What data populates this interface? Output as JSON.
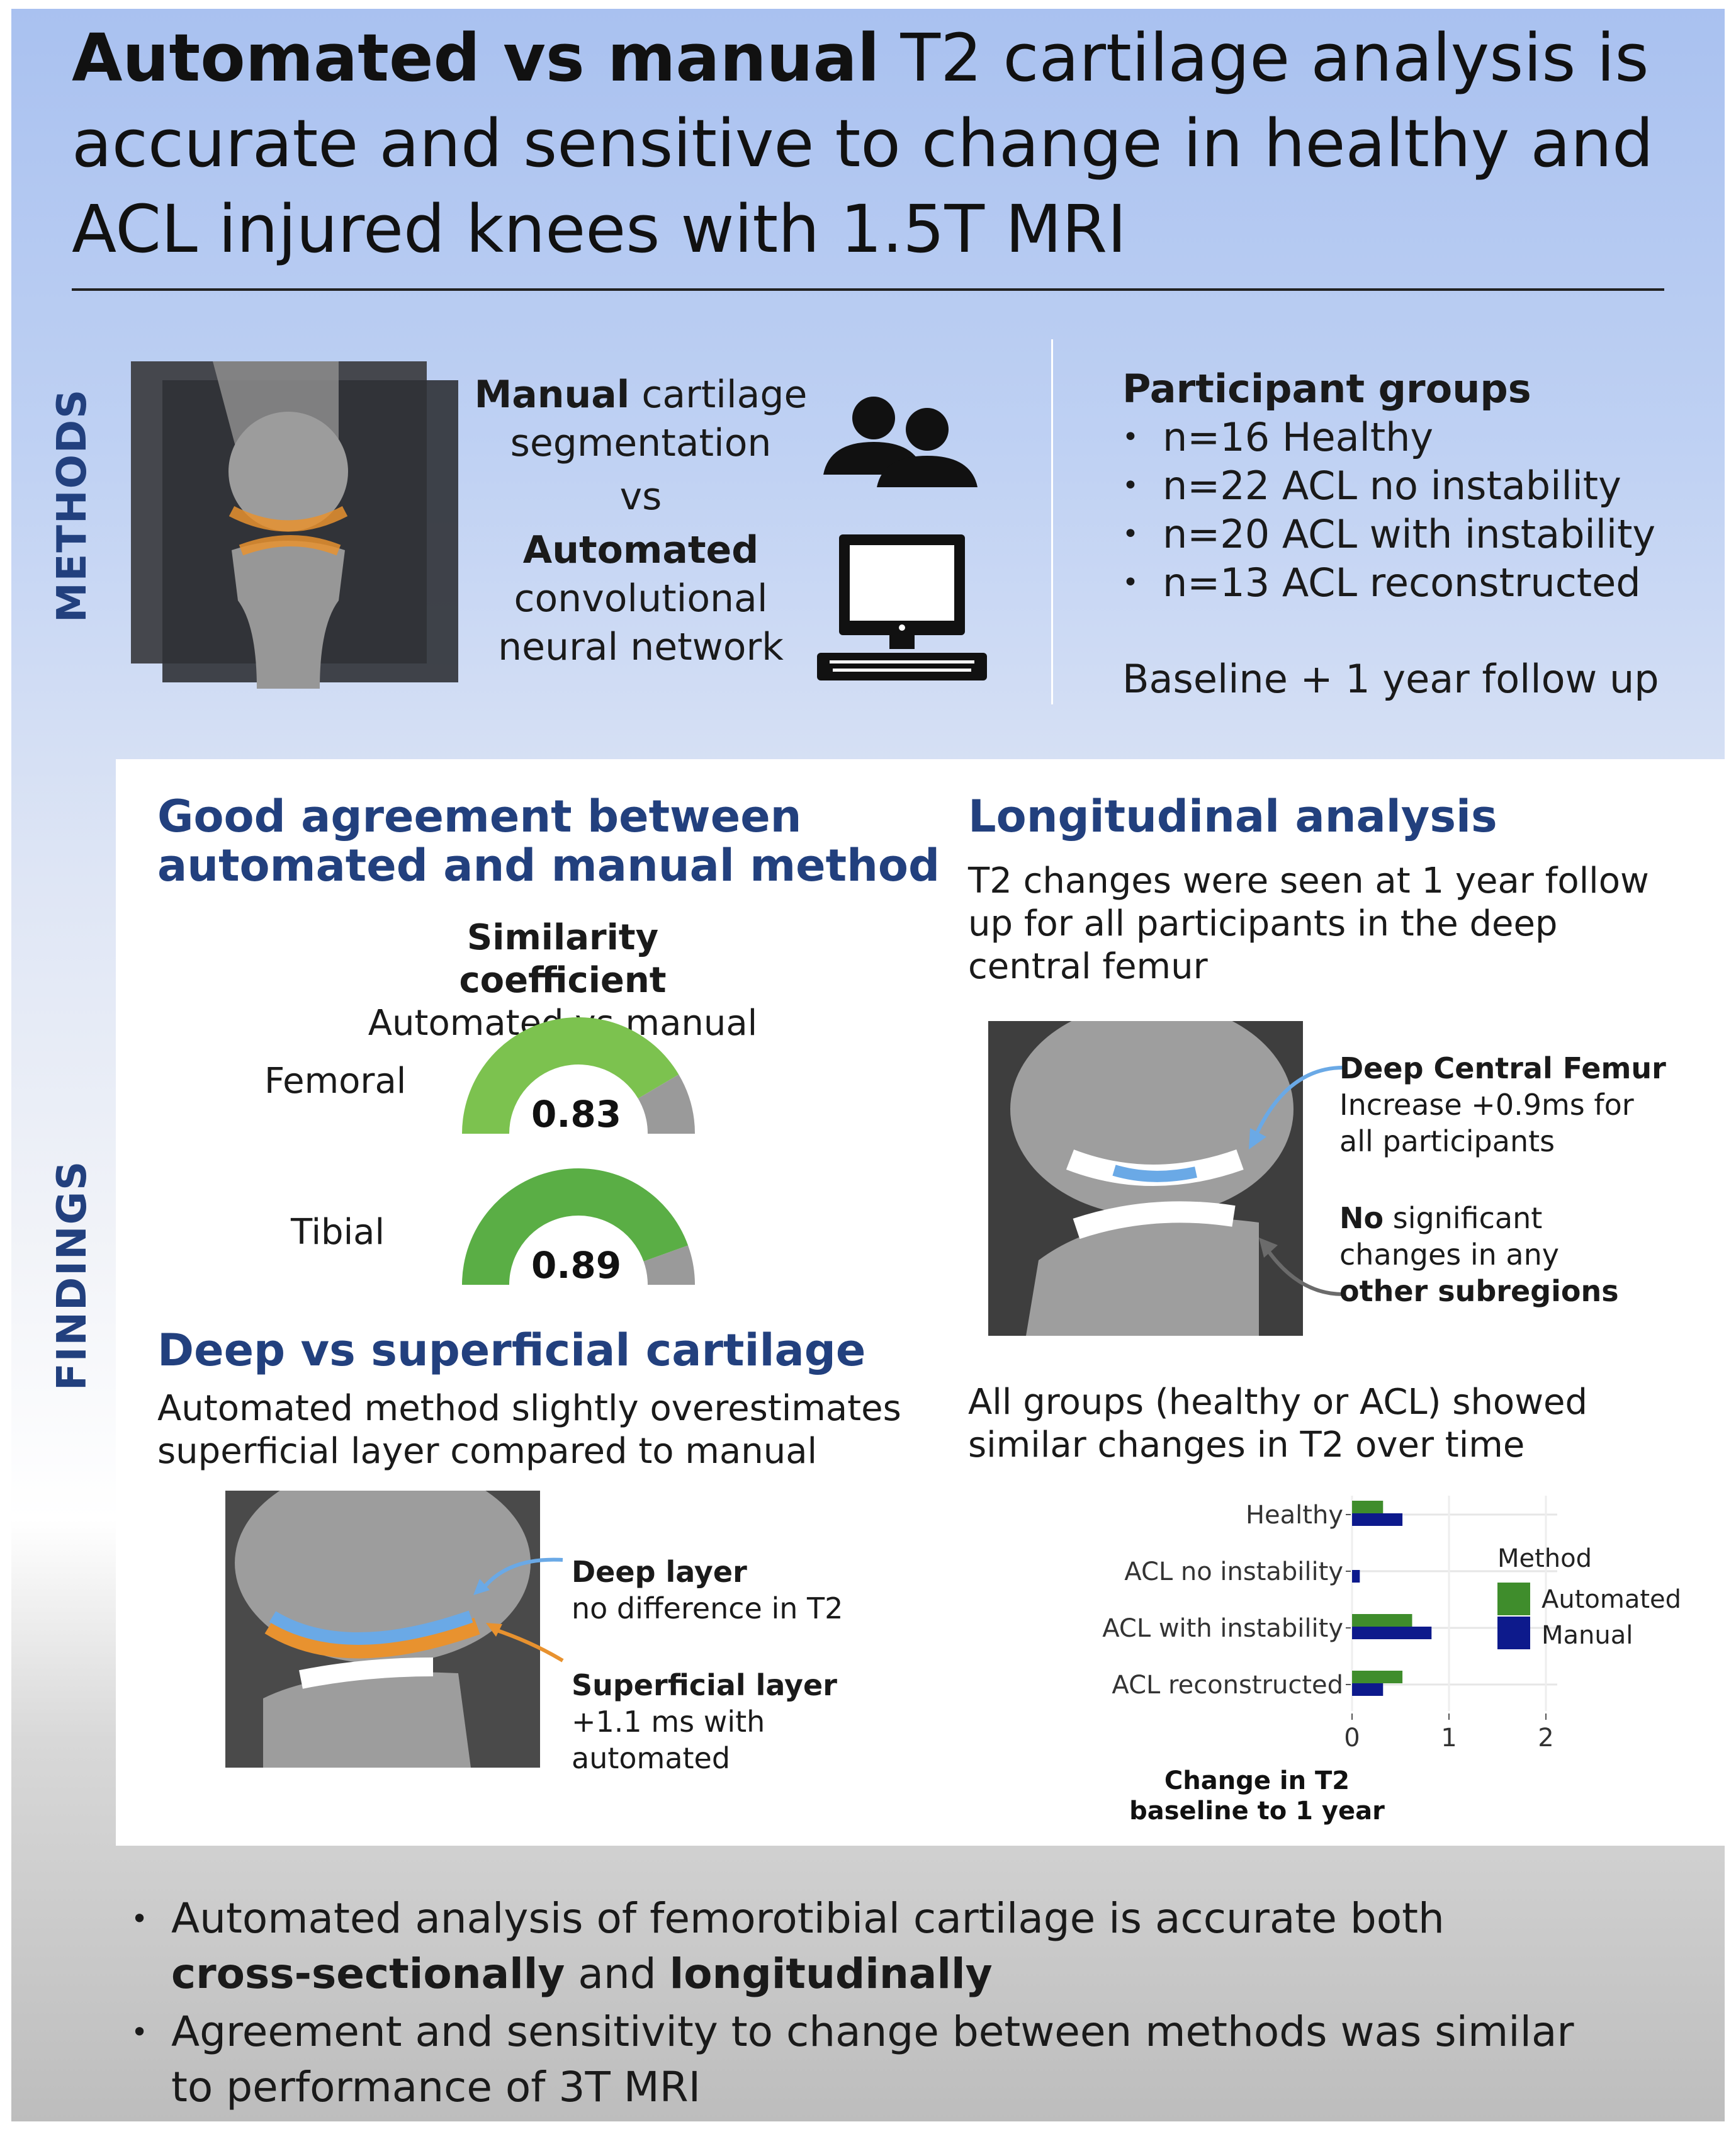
{
  "title": {
    "bold_part": "Automated vs manual",
    "rest": " T2 cartilage analysis is accurate and sensitive to change in healthy and ACL injured knees with 1.5T MRI"
  },
  "side_labels": {
    "methods": "METHODS",
    "findings": "FINDINGS"
  },
  "methods": {
    "manual_bold": "Manual",
    "manual_rest": " cartilage segmentation",
    "vs": "vs",
    "automated_bold": "Automated",
    "automated_rest_1": "convolutional",
    "automated_rest_2": "neural network",
    "groups_title": "Participant groups",
    "groups": [
      "n=16 Healthy",
      "n=22 ACL no instability",
      "n=20 ACL with instability",
      "n=13 ACL reconstructed"
    ],
    "followup": "Baseline + 1 year follow up"
  },
  "agreement": {
    "heading_1": "Good agreement between",
    "heading_2": "automated and manual method",
    "sim_title": "Similarity coefficient",
    "sim_sub": "Automated vs manual",
    "gauges": [
      {
        "label": "Femoral",
        "value": 0.83,
        "value_text": "0.83",
        "color": "#7cc24f"
      },
      {
        "label": "Tibial",
        "value": 0.89,
        "value_text": "0.89",
        "color": "#5aae45"
      }
    ],
    "gauge_remainder_color": "#9a9a9a"
  },
  "deep_superficial": {
    "heading": "Deep vs superficial cartilage",
    "text_1": "Automated method slightly overestimates",
    "text_2": "superficial layer compared to manual",
    "deep_label": "Deep layer",
    "deep_sub": "no difference in T2",
    "sup_label": "Superficial layer",
    "sup_sub_1": "+1.1 ms with",
    "sup_sub_2": "automated",
    "deep_color": "#6aa9e6",
    "superficial_color": "#e8922f"
  },
  "longitudinal": {
    "heading": "Longitudinal analysis",
    "text_1": "T2 changes were seen at 1 year follow",
    "text_2": "up for all participants in the deep",
    "text_3": "central femur",
    "dcf_label": "Deep Central Femur",
    "dcf_sub_1": "Increase +0.9ms for",
    "dcf_sub_2": "all participants",
    "no_bold": "No",
    "no_rest": " significant",
    "no_line2": "changes in any",
    "no_line3": "other subregions",
    "groups_text_1": "All groups (healthy or ACL) showed",
    "groups_text_2": "similar changes in T2 over time"
  },
  "chart_data": {
    "type": "bar",
    "orientation": "horizontal",
    "categories": [
      "Healthy",
      "ACL no instability",
      "ACL with instability",
      "ACL reconstructed"
    ],
    "series": [
      {
        "name": "Automated",
        "values": [
          0.32,
          0.0,
          0.62,
          0.52
        ],
        "color": "#3f8d2c"
      },
      {
        "name": "Manual",
        "values": [
          0.52,
          0.08,
          0.82,
          0.32
        ],
        "color": "#0d1a8c"
      }
    ],
    "xticks": [
      "0",
      "1",
      "2"
    ],
    "xlim": [
      0,
      2
    ],
    "xlabel_1": "Change in T2",
    "xlabel_2": "baseline to 1 year",
    "legend_title": "Method",
    "legend_position": "right",
    "grid": true
  },
  "conclusions": {
    "c1_a": "Automated analysis of femorotibial cartilage is accurate both",
    "c1_b_bold": "cross-sectionally",
    "c1_b_mid": " and ",
    "c1_b_bold2": "longitudinally",
    "c2_a": "Agreement and sensitivity to change between methods was similar",
    "c2_b": "to performance of 3T MRI"
  }
}
